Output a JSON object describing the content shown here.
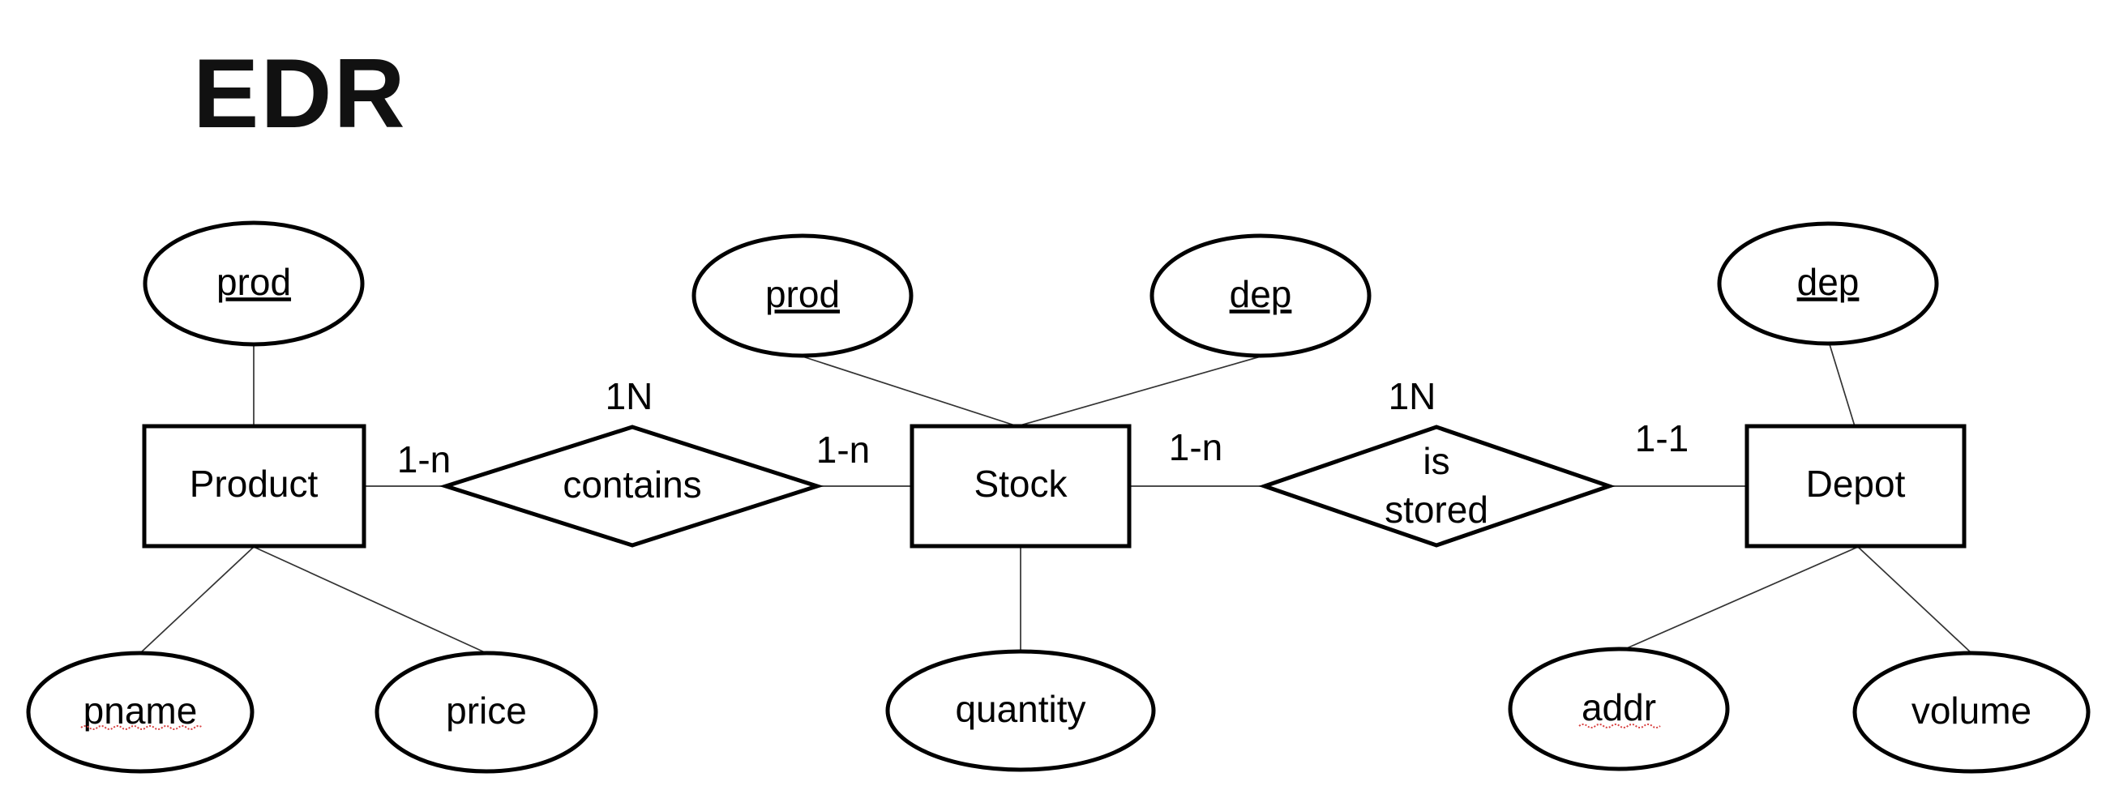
{
  "title": "EDR",
  "entities": {
    "product": "Product",
    "stock": "Stock",
    "depot": "Depot"
  },
  "relationships": {
    "contains": "contains",
    "is_stored_line1": "is",
    "is_stored_line2": "stored"
  },
  "attributes": {
    "product_prod": "prod",
    "product_pname": "pname",
    "product_price": "price",
    "stock_prod": "prod",
    "stock_dep": "dep",
    "stock_quantity": "quantity",
    "depot_dep": "dep",
    "depot_addr": "addr",
    "depot_volume": "volume"
  },
  "cardinalities": {
    "contains_type": "1N",
    "product_contains": "1-n",
    "contains_stock": "1-n",
    "stored_type": "1N",
    "stock_stored": "1-n",
    "stored_depot": "1-1"
  }
}
